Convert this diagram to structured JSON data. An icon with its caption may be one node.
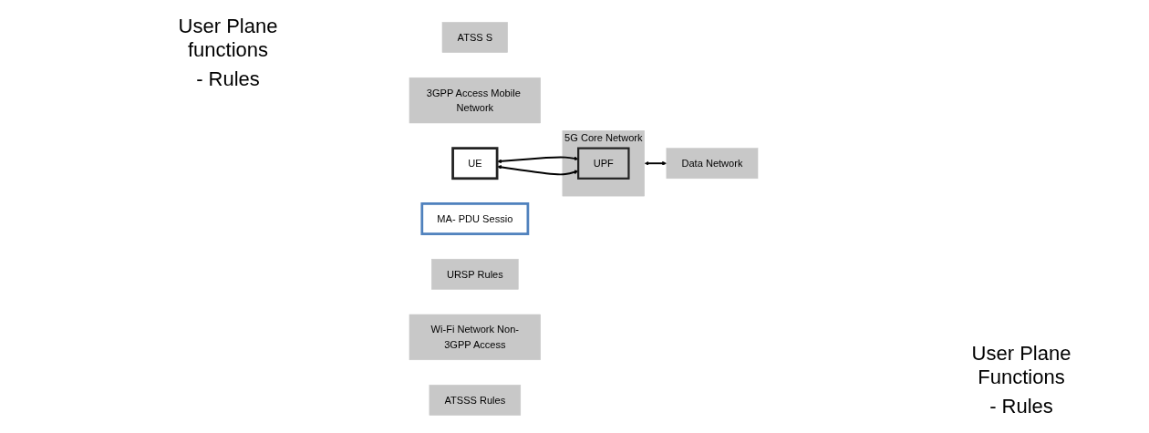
{
  "diagram": {
    "nodes": [
      {
        "text": [
          "ATSS S"
        ]
      },
      {
        "text": [
          "3GPP Access Mobile Network"
        ]
      },
      {
        "text": [
          "UE"
        ]
      },
      {
        "text": [
          "MA- PDU Sessio"
        ]
      },
      {
        "text": [
          "5G Core Network"
        ]
      },
      {
        "text": [
          "UPF"
        ],
        "in": 4
      },
      {
        "text": [
          "Data Network"
        ]
      },
      {
        "text": [
          "URSP Rules"
        ]
      },
      {
        "text": [
          "Wi-Fi Network Non-3GPP Access"
        ]
      },
      {
        "text": [
          "ATSSS Rules"
        ]
      }
    ],
    "edges": [
      {
        "from": 2,
        "to": 5,
        "arrow": "both"
      },
      {
        "from": 2,
        "to": 5,
        "arrow": "both"
      },
      {
        "from": 4,
        "to": 6,
        "arrow": "both"
      }
    ],
    "labels": [
      "User Plane functions",
      "- Rules",
      "User Plane Functions",
      "- Rules"
    ]
  }
}
